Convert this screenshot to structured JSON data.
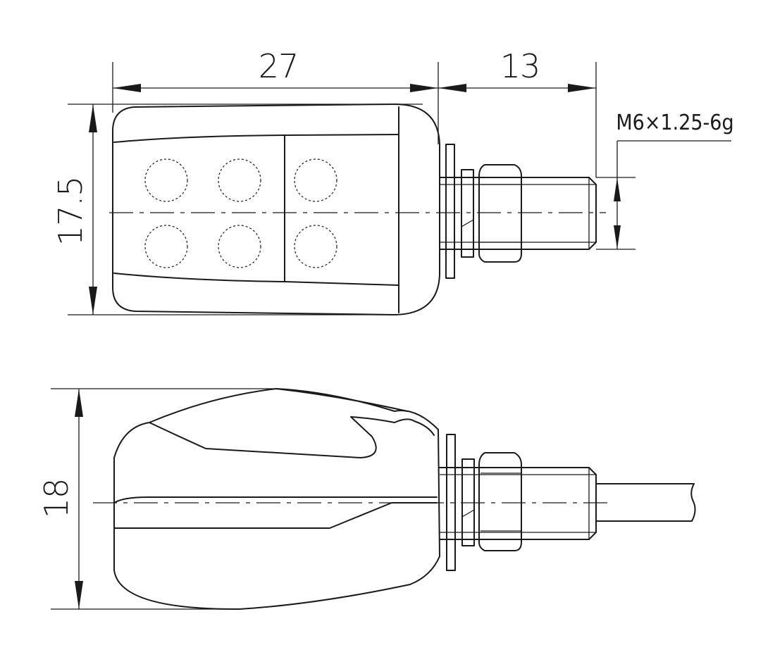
{
  "dimensions": {
    "length_body": "27",
    "length_thread": "13",
    "height_top_view": "17.5",
    "height_side_view": "18",
    "thread_spec": "M6×1.25-6g"
  }
}
